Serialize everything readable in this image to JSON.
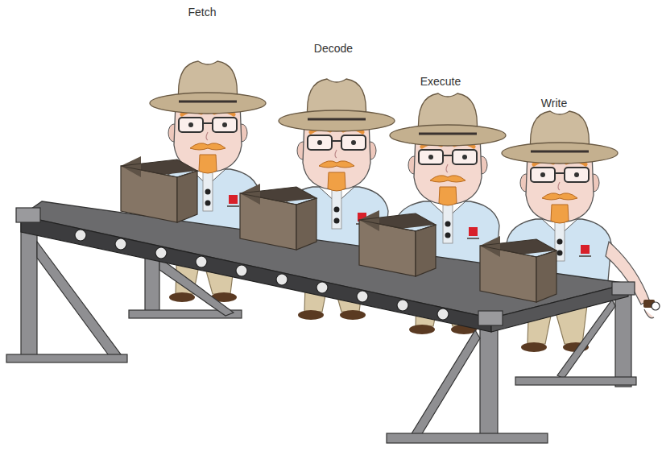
{
  "diagram": {
    "labels": [
      "Fetch",
      "Decode",
      "Execute",
      "Write"
    ]
  }
}
